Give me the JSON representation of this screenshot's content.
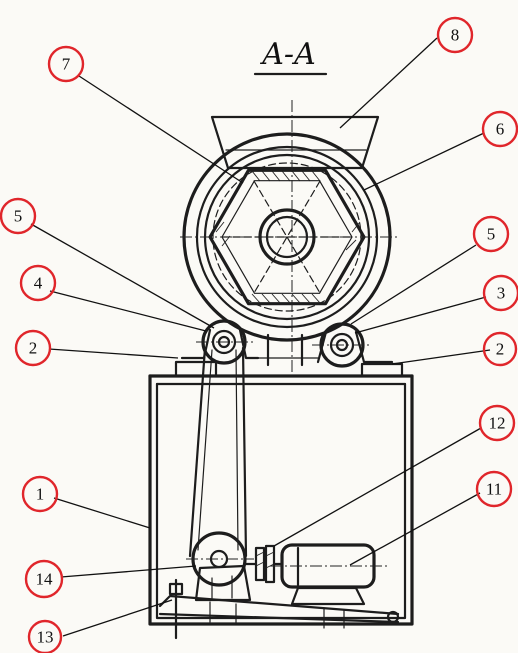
{
  "section_title": "A-A",
  "callouts": [
    {
      "id": "c1",
      "text": "1"
    },
    {
      "id": "c2l",
      "text": "2"
    },
    {
      "id": "c2r",
      "text": "2"
    },
    {
      "id": "c3",
      "text": "3"
    },
    {
      "id": "c4",
      "text": "4"
    },
    {
      "id": "c5l",
      "text": "5"
    },
    {
      "id": "c5r",
      "text": "5"
    },
    {
      "id": "c6",
      "text": "6"
    },
    {
      "id": "c7",
      "text": "7"
    },
    {
      "id": "c8",
      "text": "8"
    },
    {
      "id": "c11",
      "text": "11"
    },
    {
      "id": "c12",
      "text": "12"
    },
    {
      "id": "c13",
      "text": "13"
    },
    {
      "id": "c14",
      "text": "14"
    }
  ],
  "colors": {
    "callout_ring": "#e0262b",
    "ink": "#1d1d1d",
    "paper": "#fbfaf6"
  }
}
